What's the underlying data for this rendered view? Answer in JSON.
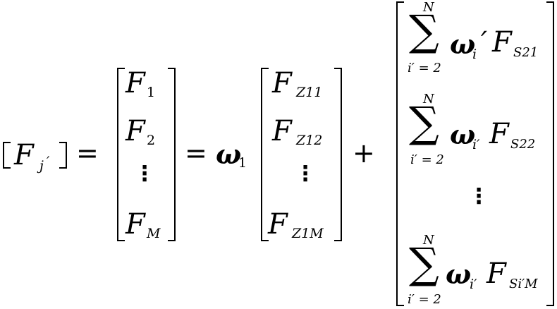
{
  "lhs": {
    "symbol": "F",
    "subscript": "j",
    "prime": "′"
  },
  "operators": {
    "equals": "=",
    "plus": "+"
  },
  "vector_F": {
    "symbol": "F",
    "subscripts": [
      "1",
      "2",
      "M"
    ],
    "vdots": "⋮"
  },
  "weight": {
    "symbol": "ω",
    "subscript": "1"
  },
  "vector_FZ": {
    "symbol": "F",
    "subscripts": [
      "Z11",
      "Z12",
      "Z1M"
    ],
    "vdots": "⋮"
  },
  "sum_vector": {
    "sigma": "∑",
    "upper_limit": "N",
    "lower_limit": "i′ = 2",
    "omega": "ω",
    "rows": [
      {
        "omega_sub": "i",
        "prime": "′",
        "F": "F",
        "F_sub": "S21"
      },
      {
        "omega_sub": "i′",
        "prime": "",
        "F": "F",
        "F_sub": "S22"
      },
      {
        "omega_sub": "i′",
        "prime": "",
        "F": "F",
        "F_sub": "Si′M"
      }
    ],
    "vdots": "⋮"
  }
}
